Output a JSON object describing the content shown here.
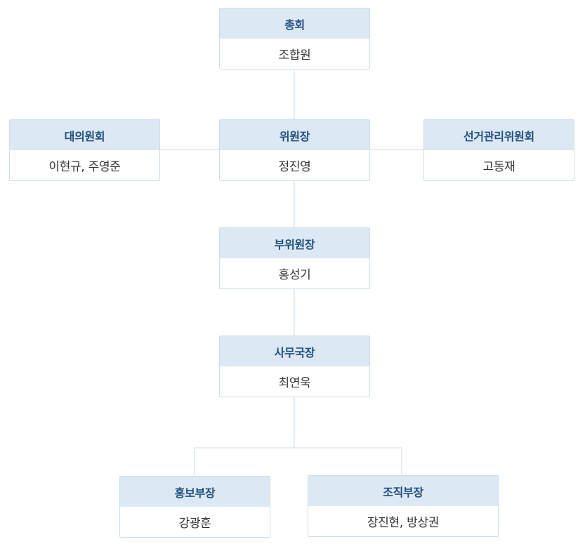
{
  "nodes": {
    "assembly": {
      "title": "총회",
      "members": "조합원"
    },
    "delegates": {
      "title": "대의원회",
      "members": "이현규, 주영준"
    },
    "chair": {
      "title": "위원장",
      "members": "정진영"
    },
    "election": {
      "title": "선거관리위원회",
      "members": "고동재"
    },
    "vice": {
      "title": "부위원장",
      "members": "홍성기"
    },
    "secretary": {
      "title": "사무국장",
      "members": "최연욱"
    },
    "pr": {
      "title": "홍보부장",
      "members": "강광훈"
    },
    "org": {
      "title": "조직부장",
      "members": "장진현, 방상권"
    }
  },
  "colors": {
    "header_bg": "#dce8f4",
    "header_text": "#22507f",
    "border": "#cfdde9",
    "connector": "#cfdde9",
    "body_text": "#333333"
  }
}
